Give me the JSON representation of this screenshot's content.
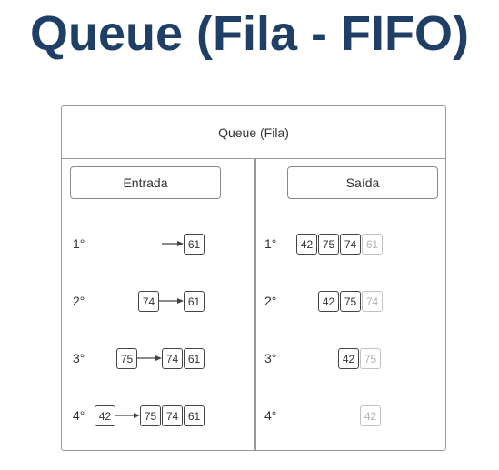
{
  "title": "Queue (Fila - FIFO)",
  "diagram": {
    "header": "Queue (Fila)",
    "entrada_label": "Entrada",
    "saida_label": "Saída",
    "entrada": [
      {
        "step": "1°",
        "incoming": null,
        "queue": [
          "61"
        ]
      },
      {
        "step": "2°",
        "incoming": "74",
        "queue": [
          "61"
        ]
      },
      {
        "step": "3°",
        "incoming": "75",
        "queue": [
          "74",
          "61"
        ]
      },
      {
        "step": "4°",
        "incoming": "42",
        "queue": [
          "75",
          "74",
          "61"
        ]
      }
    ],
    "saida": [
      {
        "step": "1°",
        "queue": [
          "42",
          "75",
          "74"
        ],
        "removed": "61"
      },
      {
        "step": "2°",
        "queue": [
          "42",
          "75"
        ],
        "removed": "74"
      },
      {
        "step": "3°",
        "queue": [
          "42"
        ],
        "removed": "75"
      },
      {
        "step": "4°",
        "queue": [],
        "removed": "42"
      }
    ]
  }
}
